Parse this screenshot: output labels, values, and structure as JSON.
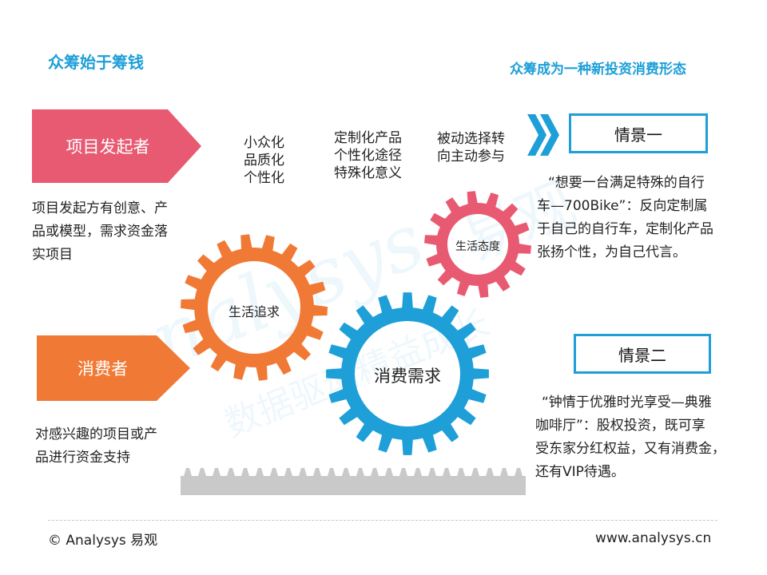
{
  "title_left": "众筹始于筹钱",
  "title_right": "众筹成为一种新投资消费形态",
  "initiator": {
    "label": "项目发起者",
    "color": "#e85a72",
    "desc_lines": [
      "项目发起方有创意、产",
      "品或模型，需求资金落",
      "实项目"
    ]
  },
  "consumer": {
    "label": "消费者",
    "color": "#f07a35",
    "desc_lines": [
      "对感兴趣的项目或产",
      "品进行资金支持"
    ]
  },
  "keywords": {
    "group1": [
      "小众化",
      "品质化",
      "个性化"
    ],
    "group2": [
      "定制化产品",
      "个性化途径",
      "特殊化意义"
    ],
    "group3": [
      "被动选择转",
      "向主动参与"
    ]
  },
  "gears": {
    "small": {
      "label": "生活态度",
      "color": "#e85a72"
    },
    "medium": {
      "label": "生活追求",
      "color": "#f07a35"
    },
    "large": {
      "label": "消费需求",
      "color": "#1e9fd8"
    }
  },
  "scenario1": {
    "title": "情景一",
    "lines": [
      "“想要一台满足特殊的自行",
      "车—700Bike”：反向定制属",
      "于自己的自行车，定制化产品",
      "张扬个性，为自己代言。"
    ]
  },
  "scenario2": {
    "title": "情景二",
    "lines": [
      "“钟情于优雅时光享受—典雅",
      "咖啡厅”：股权投资，既可享",
      "受东家分红权益，又有消费金，",
      "还有VIP待遇。"
    ]
  },
  "watermark": {
    "logo": "analysys",
    "brand": "易观",
    "slogan": "数据驱动精益成长"
  },
  "footer": {
    "left": "© Analysys 易观",
    "right": "www.analysys.cn"
  },
  "colors": {
    "accent": "#1e9fd8",
    "rack": "#c9c9c9"
  }
}
